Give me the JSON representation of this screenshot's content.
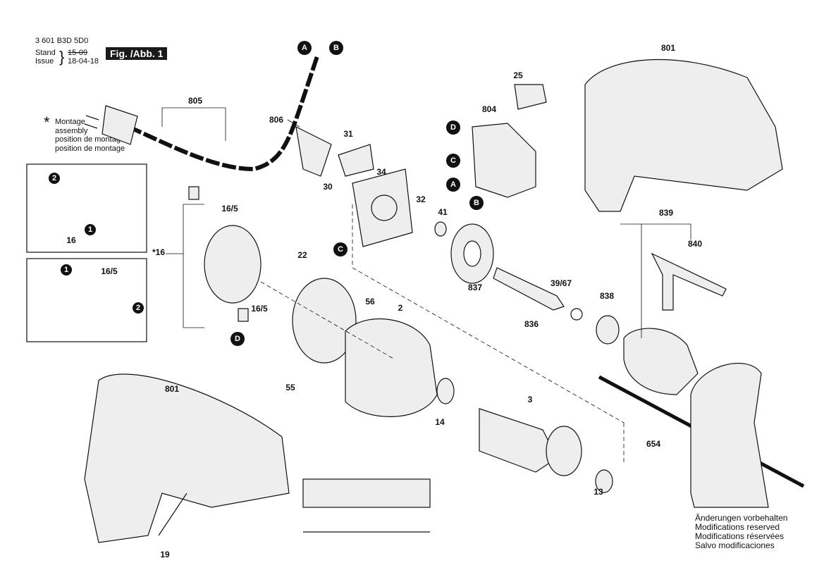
{
  "header": {
    "doc_number": "3 601 B3D 5D0",
    "stand_label": "Stand",
    "issue_label": "Issue",
    "stand_value": "15-09",
    "issue_value": "18-04-18",
    "figure_label": "Fig. /Abb. 1"
  },
  "legend": {
    "symbol": "*",
    "lines": [
      "Montage",
      "assembly",
      "position de montage",
      "position de montage"
    ]
  },
  "footer": {
    "lines": [
      "Änderungen vorbehalten",
      "Modifications reserved",
      "Modifications réservées",
      "Salvo modificaciones"
    ]
  },
  "part_labels": [
    "805",
    "806",
    "801",
    "25",
    "804",
    "31",
    "34",
    "30",
    "32",
    "41",
    "16/5",
    "16",
    "*16",
    "22",
    "56",
    "2",
    "16/5",
    "55",
    "14",
    "3",
    "837",
    "836",
    "39/67",
    "838",
    "839",
    "840",
    "654",
    "13",
    "801",
    "19",
    "16/5"
  ],
  "connector_callouts": [
    "A",
    "B",
    "D",
    "C",
    "A",
    "B",
    "C",
    "D"
  ],
  "inset_step_numbers": [
    "2",
    "1",
    "1",
    "2"
  ],
  "colors": {
    "ink": "#111111",
    "part_fill": "#e6e6e6"
  }
}
